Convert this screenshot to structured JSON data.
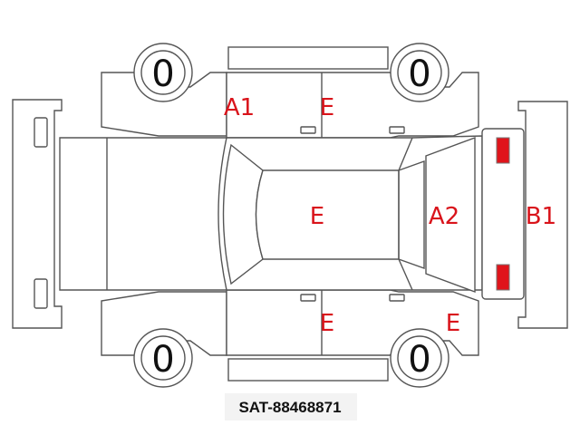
{
  "colors": {
    "outline": "#555555",
    "damage_code": "#d9141b",
    "front_lamp": "#f5f20a",
    "rear_lamp": "#e0141b",
    "caption_background": "#f3f3f3"
  },
  "tires": [
    "0",
    "0",
    "0",
    "0"
  ],
  "damage_codes": {
    "left_front_door": "A1",
    "left_rear_door": "E",
    "roof": "E",
    "rear_window": "A2",
    "rear_bumper": "B1",
    "right_rear_door": "E",
    "right_rear_quarter": "E"
  },
  "caption": "SAT-88468871"
}
